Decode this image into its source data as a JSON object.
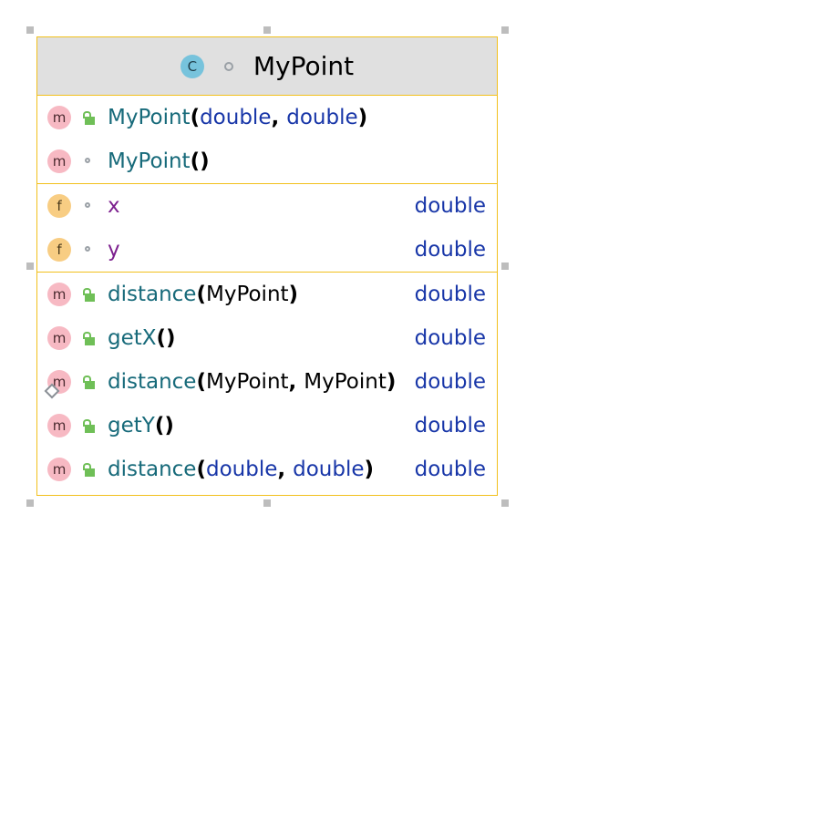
{
  "class": {
    "name": "MyPoint",
    "kind_icon": "C"
  },
  "constructors": [
    {
      "badge": "m",
      "name": "MyPoint",
      "params": [
        "double",
        "double"
      ],
      "visibility": "public"
    },
    {
      "badge": "m",
      "name": "MyPoint",
      "params": [],
      "visibility": "package"
    }
  ],
  "fields": [
    {
      "badge": "f",
      "name": "x",
      "type": "double",
      "visibility": "package"
    },
    {
      "badge": "f",
      "name": "y",
      "type": "double",
      "visibility": "package"
    }
  ],
  "methods": [
    {
      "badge": "m",
      "name": "distance",
      "params": [
        "MyPoint"
      ],
      "type": "double",
      "visibility": "public"
    },
    {
      "badge": "m",
      "name": "getX",
      "params": [],
      "type": "double",
      "visibility": "public"
    },
    {
      "badge": "m",
      "name": "distance",
      "params": [
        "MyPoint",
        "MyPoint"
      ],
      "type": "double",
      "visibility": "public",
      "static": true
    },
    {
      "badge": "m",
      "name": "getY",
      "params": [],
      "type": "double",
      "visibility": "public"
    },
    {
      "badge": "m",
      "name": "distance",
      "params": [
        "double",
        "double"
      ],
      "type": "double",
      "visibility": "public"
    }
  ],
  "colors": {
    "border": "#f2c01c",
    "header_bg": "#e0e0e0",
    "method_badge": "#f7b9c3",
    "field_badge": "#f8cd83",
    "class_icon": "#77c3dc",
    "name_teal": "#176a7a",
    "field_purple": "#7c1f8e",
    "type_blue": "#1836a8"
  },
  "punct": {
    "open": "(",
    "close": ")",
    "comma": ", ",
    "empty": "()"
  }
}
